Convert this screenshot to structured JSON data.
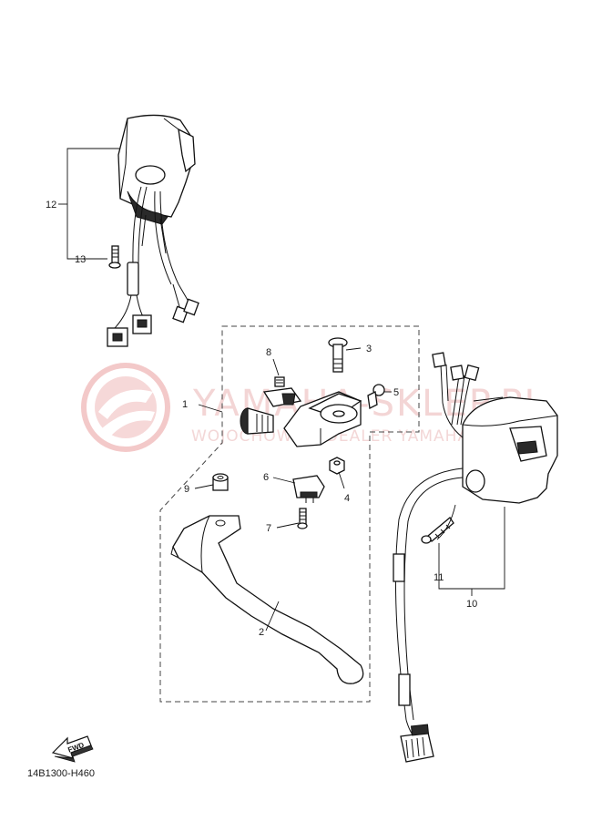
{
  "watermark": {
    "title": "YAMAHA-SKLEP.PL",
    "subtitle": "WOJOCHOWSKI DEALER YAMAHA",
    "color": "#e8a8a8"
  },
  "callouts": {
    "c1": "1",
    "c2": "2",
    "c3": "3",
    "c4": "4",
    "c5": "5",
    "c6": "6",
    "c7": "7",
    "c8": "8",
    "c9": "9",
    "c10": "10",
    "c11": "11",
    "c12": "12",
    "c13": "13"
  },
  "fwd_label": "FWD",
  "diagram_code": "14B1300-H460"
}
